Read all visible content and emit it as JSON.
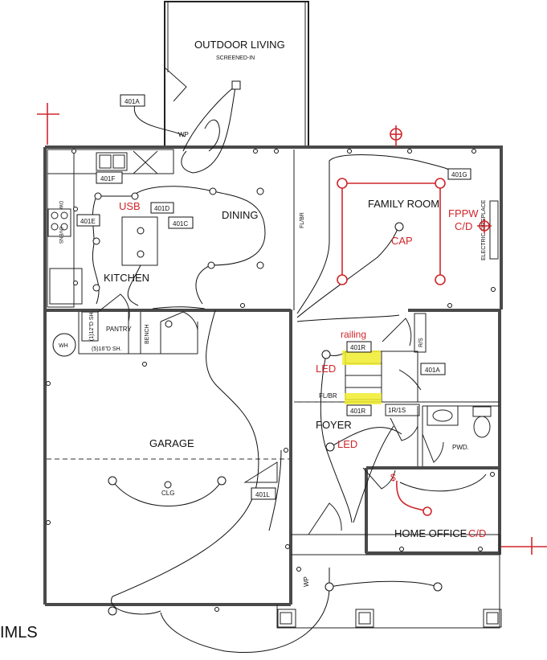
{
  "rooms": {
    "outdoor_living": "OUTDOOR LIVING",
    "outdoor_sub": "SCREENED-IN",
    "dining": "DINING",
    "kitchen": "KITCHEN",
    "family_room": "FAMILY ROOM",
    "garage": "GARAGE",
    "foyer": "FOYER",
    "home_office": "HOME OFFICE",
    "pantry": "PANTRY",
    "bench": "BENCH",
    "pwd": "PWD.",
    "wh": "WH"
  },
  "tags": {
    "t401A_outdoor": "401A",
    "t401F": "401F",
    "t401D": "401D",
    "t401C": "401C",
    "t401E": "401E",
    "t401G": "401G",
    "t401R_top": "401R",
    "t401R_bottom": "401R",
    "t401A_stair": "401A",
    "t401L": "401L"
  },
  "notes": {
    "wp_top": "WP",
    "wp_bottom": "WP",
    "fl_br_vertical": "FL/BR",
    "fl_br_horizontal": "FL/BR",
    "clg": "CLG",
    "shelf_12": "(1)12\"D SH.",
    "shelf_16": "(5)16\"D SH.",
    "fireplace": "ELECTRIC FIREPLACE",
    "r_s_vertical": "R/S",
    "r_s": "1R/1S",
    "dw": "DW",
    "ovens": "OVENS",
    "bottom_fragment": "IMLS"
  },
  "annotations": {
    "usb": "USB",
    "cap": "CAP",
    "fppw": "FPPW",
    "cd_family": "C/D",
    "cd_office": "C/D",
    "railing": "railing",
    "led_1": "LED",
    "led_2": "LED"
  },
  "colors": {
    "annotation_red": "#d0262b",
    "highlight_yellow": "#f0ec2e",
    "wall_gray": "#4a4a4a",
    "line_black": "#111111"
  }
}
